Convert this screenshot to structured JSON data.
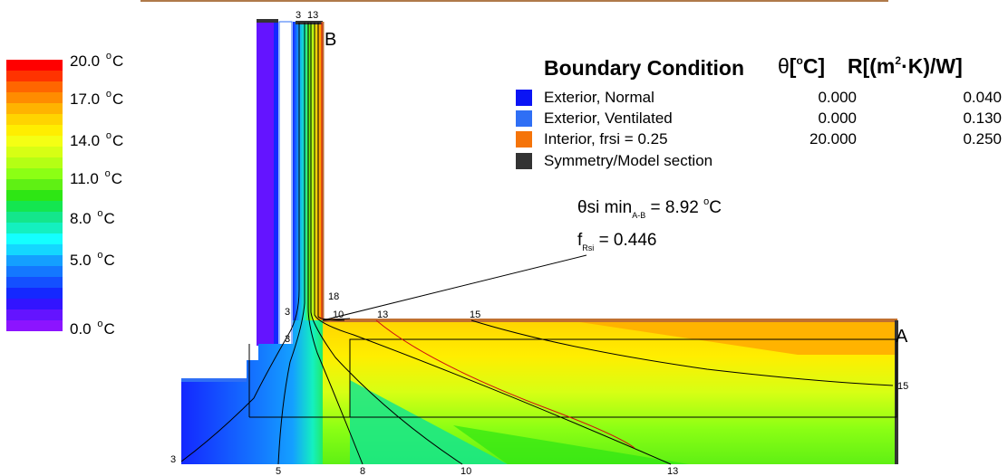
{
  "color_scale": {
    "labels": [
      {
        "text": "20.0",
        "unit": "C"
      },
      {
        "text": "17.0",
        "unit": "C"
      },
      {
        "text": "14.0",
        "unit": "C"
      },
      {
        "text": "11.0",
        "unit": "C"
      },
      {
        "text": "8.0",
        "unit": "C"
      },
      {
        "text": "5.0",
        "unit": "C"
      },
      {
        "text": "0.0",
        "unit": "C"
      }
    ],
    "colors": [
      "#ff0000",
      "#ff3300",
      "#ff6600",
      "#ff8c00",
      "#ffb300",
      "#ffd400",
      "#ffee00",
      "#f4ff14",
      "#d7ff14",
      "#b5ff14",
      "#8cff14",
      "#5ff014",
      "#2ee614",
      "#14e650",
      "#14e68c",
      "#14f0c0",
      "#14ffff",
      "#14d7ff",
      "#14a0ff",
      "#1478ff",
      "#1450ff",
      "#1428ff",
      "#3214ff",
      "#6414ff",
      "#8c14ff"
    ]
  },
  "legend": {
    "title": "Boundary Condition",
    "theta_header": {
      "symbol": "θ",
      "open": "[",
      "degree": "o",
      "unit": "C]"
    },
    "r_header": {
      "prefix": "R[(m",
      "power": "2",
      "suffix": "·K)/W]"
    },
    "rows": [
      {
        "name": "Exterior, Normal",
        "theta": "0.000",
        "r": "0.040",
        "color": "#0a14f5"
      },
      {
        "name": "Exterior, Ventilated",
        "theta": "0.000",
        "r": "0.130",
        "color": "#2f6ff5"
      },
      {
        "name": "Interior, frsi = 0.25",
        "theta": "20.000",
        "r": "0.250",
        "color": "#f5740a"
      },
      {
        "name": "Symmetry/Model section",
        "theta": "",
        "r": "",
        "color": "#333333"
      }
    ]
  },
  "annotation": {
    "theta_symbol": "θ",
    "theta_text": "si min",
    "theta_sub": "A-B",
    "theta_value": "= 8.92",
    "theta_unit": "C",
    "f_text": "f",
    "f_sub": "Rsi",
    "f_value": "= 0.446"
  },
  "points": {
    "a": "A",
    "b": "B"
  },
  "isotherm_labels": {
    "top_3": "3",
    "top_13": "13",
    "l_18": "18",
    "l_10": "10",
    "l_13": "13",
    "l_15": "15",
    "l_3a": "3",
    "l_3b": "3",
    "l_3c": "3",
    "r_15": "15",
    "b_5": "5",
    "b_8": "8",
    "b_10": "10",
    "b_13": "13"
  }
}
